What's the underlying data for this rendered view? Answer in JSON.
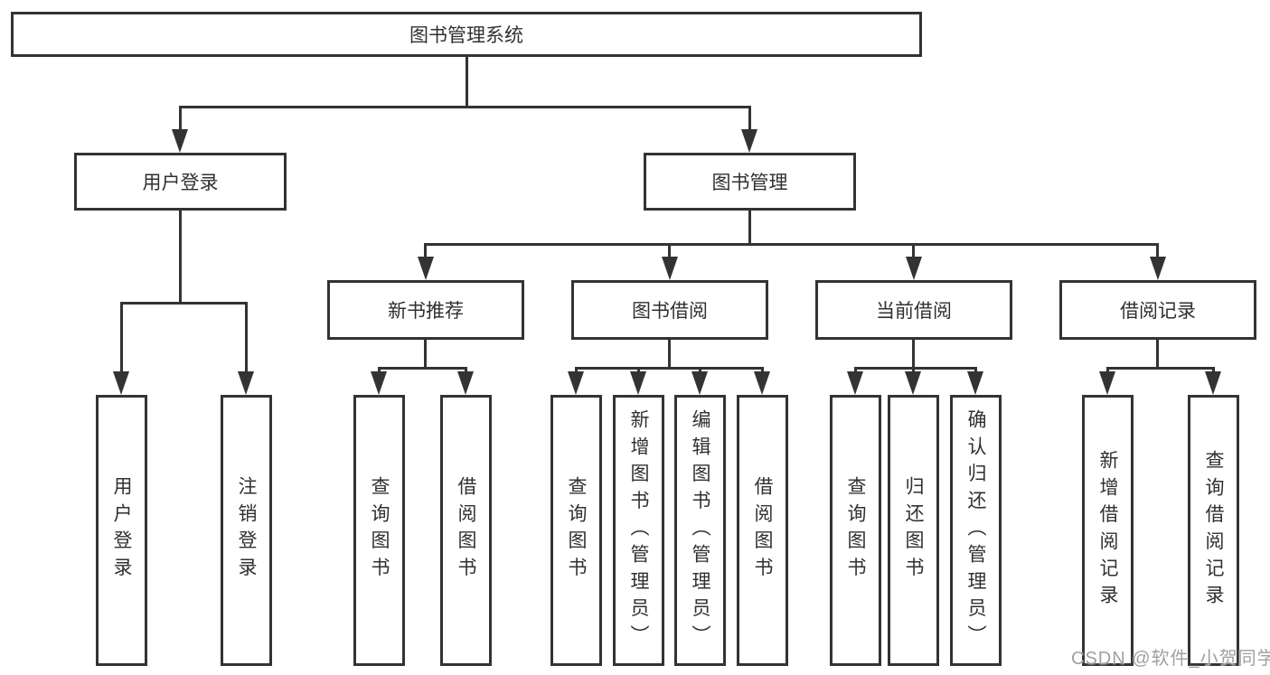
{
  "diagram_title": "图书管理系统",
  "nodes": {
    "root": "图书管理系统",
    "level2": {
      "user_login": "用户登录",
      "book_mgmt": "图书管理"
    },
    "level3": {
      "new_book_rec": "新书推荐",
      "book_borrow": "图书借阅",
      "current_borrow": "当前借阅",
      "borrow_records": "借阅记录"
    },
    "leaves": {
      "ul_user_login": "用户登录",
      "ul_logout": "注销登录",
      "nr_query_books": "查询图书",
      "nr_borrow_books": "借阅图书",
      "bb_query_books": "查询图书",
      "bb_add_books": "新增图书（管理员）",
      "bb_edit_books": "编辑图书（管理员）",
      "bb_borrow_books": "借阅图书",
      "cb_query_books": "查询图书",
      "cb_return_books": "归还图书",
      "cb_confirm_return": "确认归还（管理员）",
      "br_add_record": "新增借阅记录",
      "br_query_record": "查询借阅记录"
    }
  },
  "watermark": "CSDN @软件_小贺同学",
  "colors": {
    "line": "#333333",
    "text": "#303030",
    "background": "#ffffff",
    "watermark": "#a0a0a0"
  }
}
